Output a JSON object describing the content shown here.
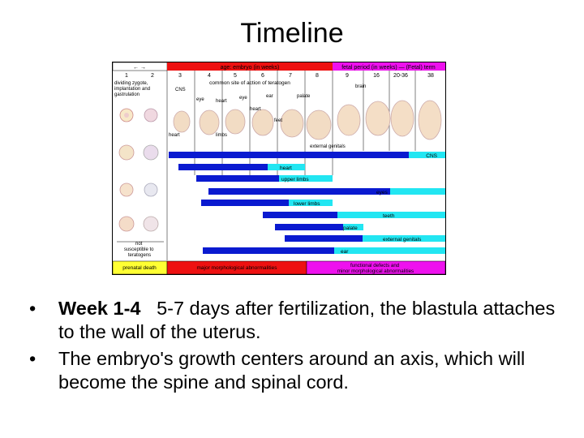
{
  "slide": {
    "title": "Timeline"
  },
  "figure": {
    "header_left": "← →",
    "header_embryo": "age: embryo (in weeks)",
    "header_fetal": "fetal period (in weeks) — (Fetal) term",
    "week_numbers": [
      "1",
      "2",
      "3",
      "4",
      "5",
      "6",
      "7",
      "8",
      "9",
      "16",
      "20-36",
      "38"
    ],
    "left_caption": "dividing zygote, implantation and gastrulation",
    "top_caption": "common site of action of teratogen",
    "embryo_labels": {
      "cns": "CNS",
      "heart_a": "heart",
      "eye_a": "eye",
      "heart_b": "heart",
      "eye_b": "eye",
      "ear": "ear",
      "palate": "palate",
      "brain": "brain",
      "feet": "feet",
      "limbs": "limbs",
      "heart_c": "heart",
      "external_genitals": "external genitals"
    },
    "bars": [
      {
        "label": "CNS"
      },
      {
        "label": "heart"
      },
      {
        "label": "upper limbs"
      },
      {
        "label": "eyes"
      },
      {
        "label": "lower limbs"
      },
      {
        "label": "teeth"
      },
      {
        "label": "palate"
      },
      {
        "label": "external genitals"
      },
      {
        "label": "ear"
      }
    ],
    "not_susceptible": "not susceptible to teratogens",
    "footer": {
      "left": "prenatal death",
      "middle": "major morphological abnormalities",
      "right": "functional defects and minor morphological abnormalities"
    },
    "colors": {
      "header_red": "#ee1111",
      "header_magenta": "#ee11ee",
      "bar_dark": "#0a1ad0",
      "bar_light": "#22e6f2",
      "footer_yellow": "#ffff33",
      "footer_red": "#ee1111",
      "footer_magenta": "#ee11ee"
    }
  },
  "bullets": [
    {
      "lead": "Week 1-4",
      "text": "5-7 days after fertilization, the blastula attaches to the wall of the uterus."
    },
    {
      "lead": "",
      "text": "The embryo's growth centers around an axis, which will become the spine and spinal cord."
    }
  ]
}
